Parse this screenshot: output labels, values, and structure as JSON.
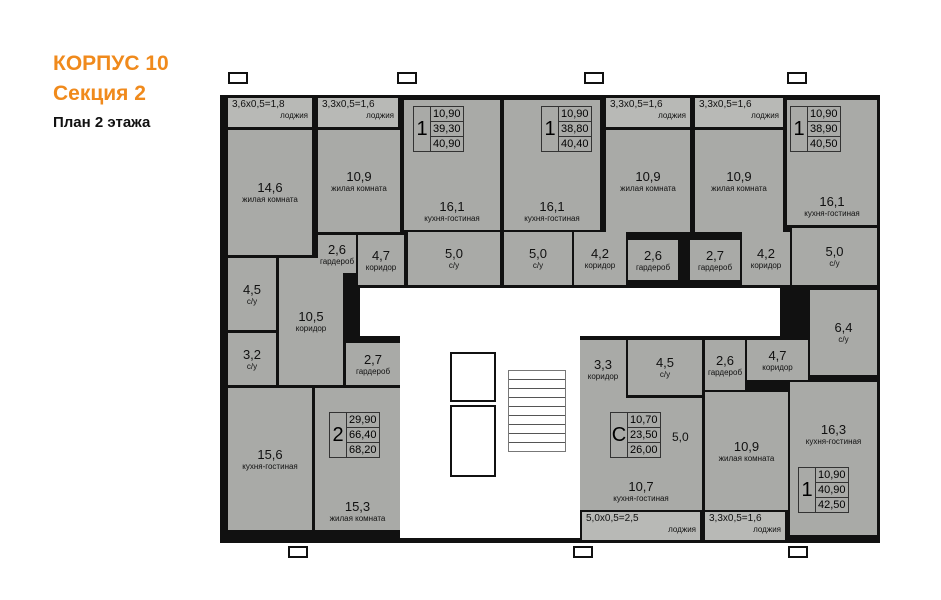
{
  "header": {
    "building": "КОРПУС 10",
    "section": "Секция 2",
    "plan": "План 2 этажа"
  },
  "colors": {
    "accent": "#f08a1c",
    "room_fill": "#a9aaa7",
    "walls": "#111111"
  },
  "rooms": [
    {
      "area": "3,6х0,5=1,8",
      "label": "лоджия"
    },
    {
      "area": "14,6",
      "label": "жилая комната"
    },
    {
      "area": "4,5",
      "label": "с/у"
    },
    {
      "area": "3,2",
      "label": "с/у"
    },
    {
      "area": "10,5",
      "label": "коридор"
    },
    {
      "area": "2,7",
      "label": "гардероб"
    },
    {
      "area": "15,6",
      "label": "кухня-гостиная"
    },
    {
      "area": "15,3",
      "label": "жилая комната"
    },
    {
      "area": "3,3х0,5=1,6",
      "label": "лоджия"
    },
    {
      "area": "10,9",
      "label": "жилая комната"
    },
    {
      "area": "2,6",
      "label": "гардероб"
    },
    {
      "area": "4,7",
      "label": "коридор"
    },
    {
      "area": "16,1",
      "label": "кухня-гостиная"
    },
    {
      "area": "5,0",
      "label": "с/у"
    },
    {
      "area": "16,1",
      "label": "кухня-гостиная"
    },
    {
      "area": "5,0",
      "label": "с/у"
    },
    {
      "area": "4,2",
      "label": "коридор"
    },
    {
      "area": "3,3х0,5=1,6",
      "label": "лоджия"
    },
    {
      "area": "10,9",
      "label": "жилая комната"
    },
    {
      "area": "2,6",
      "label": "гардероб"
    },
    {
      "area": "2,7",
      "label": "гардероб"
    },
    {
      "area": "3,3х0,5=1,6",
      "label": "лоджия"
    },
    {
      "area": "10,9",
      "label": "жилая комната"
    },
    {
      "area": "4,2",
      "label": "коридор"
    },
    {
      "area": "16,1",
      "label": "кухня-гостиная"
    },
    {
      "area": "5,0",
      "label": "с/у"
    },
    {
      "area": "6,4",
      "label": "с/у"
    },
    {
      "area": "3,3",
      "label": "коридор"
    },
    {
      "area": "4,5",
      "label": "с/у"
    },
    {
      "area": "10,7",
      "label": "кухня-гостиная"
    },
    {
      "area": "5,0х0,5=2,5",
      "label": "лоджия"
    },
    {
      "area": "2,6",
      "label": "гардероб"
    },
    {
      "area": "4,7",
      "label": "коридор"
    },
    {
      "area": "10,9",
      "label": "жилая комната"
    },
    {
      "area": "16,3",
      "label": "кухня-гостиная"
    },
    {
      "area": "3,3х0,5=1,6",
      "label": "лоджия"
    }
  ],
  "apartments": [
    {
      "type": "1",
      "values": [
        "10,90",
        "39,30",
        "40,90"
      ]
    },
    {
      "type": "1",
      "values": [
        "10,90",
        "38,80",
        "40,40"
      ]
    },
    {
      "type": "1",
      "values": [
        "10,90",
        "38,90",
        "40,50"
      ]
    },
    {
      "type": "2",
      "values": [
        "29,90",
        "66,40",
        "68,20"
      ]
    },
    {
      "type": "С",
      "values": [
        "10,70",
        "23,50",
        "26,00"
      ]
    },
    {
      "type": "1",
      "values": [
        "10,90",
        "40,90",
        "42,50"
      ]
    }
  ],
  "studio_extra_area": "5,0"
}
